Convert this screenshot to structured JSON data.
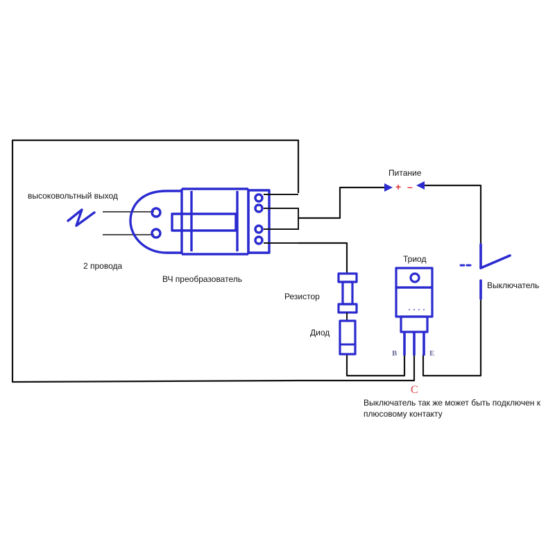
{
  "labels": {
    "hv_output": "высоковольтный выход",
    "two_wires": "2 провода",
    "hf_converter": "ВЧ преобразователь",
    "power": "Питание",
    "resistor": "Резистор",
    "diode": "Диод",
    "triode": "Триод",
    "switch": "Выключатель",
    "note": "Выключатель так же может быть подключен к\nплюсовому контакту"
  },
  "power_terminals": {
    "plus": "+",
    "minus": "–"
  },
  "transistor_pins": {
    "base": "B",
    "emitter": "E",
    "collector": "C"
  },
  "colors": {
    "wire": "#111111",
    "component": "#2a2ad0",
    "collector_label": "#d04040",
    "power_sign": "#e03030"
  }
}
